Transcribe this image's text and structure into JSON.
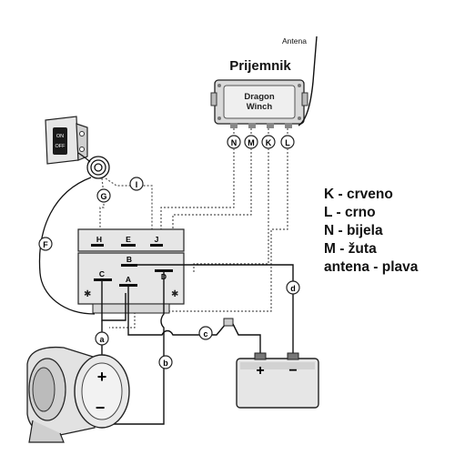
{
  "receiver": {
    "title": "Prijemnik",
    "label_line1": "Dragon",
    "label_line2": "Winch",
    "antenna_label": "Antena"
  },
  "receiver_wires": [
    "N",
    "M",
    "K",
    "L"
  ],
  "switch": {
    "on_label": "ON",
    "off_label": "OFF"
  },
  "connection_labels": {
    "a": "a",
    "b": "b",
    "c": "c",
    "d": "d",
    "f": "F",
    "g": "G",
    "i": "I"
  },
  "contactor_terminals": {
    "h": "H",
    "e": "E",
    "j": "J",
    "b": "B",
    "c": "C",
    "a": "A",
    "d": "D"
  },
  "motor": {
    "plus": "+",
    "minus": "−"
  },
  "battery": {
    "plus": "+",
    "minus": "−"
  },
  "legend": [
    "K - crveno",
    "L - crno",
    "N - bijela",
    "M - žuta",
    "antena - plava"
  ],
  "colors": {
    "line": "#111111",
    "device_fill": "#e4e4e4",
    "device_dark": "#9a9a9a",
    "switch_body": "#1a1a1a"
  }
}
